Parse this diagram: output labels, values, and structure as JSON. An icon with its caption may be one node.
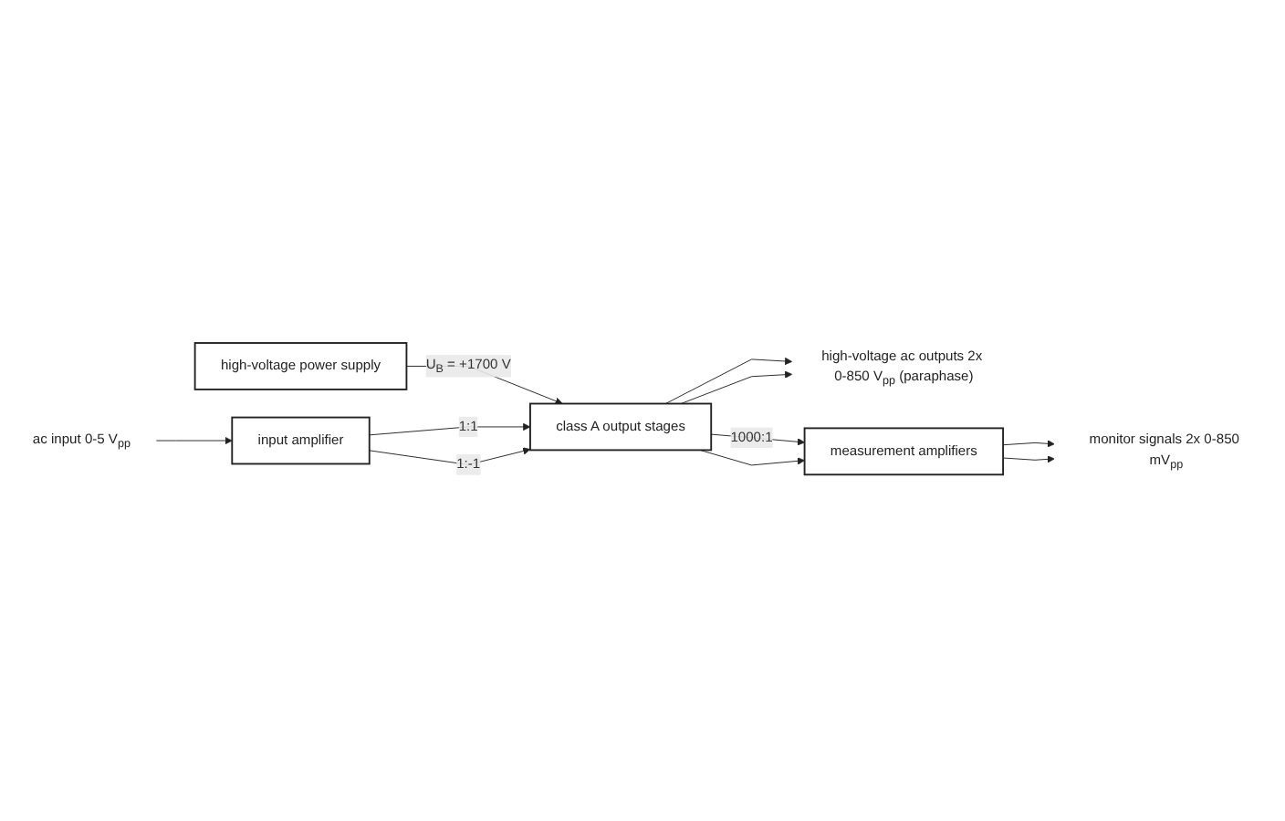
{
  "diagram": {
    "nodes": [
      {
        "text": [
          "high-voltage power supply"
        ]
      },
      {
        "text": [
          "ac input 0-5 V$_{pp}$"
        ]
      },
      {
        "text": [
          "input amplifier"
        ]
      },
      {
        "text": [
          "class A output stages"
        ]
      },
      {
        "text": [
          "high-voltage ac outputs 2x 0-850 V$_{pp}$ (paraphase)"
        ]
      },
      {
        "text": [
          "measurement amplifiers"
        ]
      },
      {
        "text": [
          "monitor signals 2x 0-850 mV$_{pp}$"
        ]
      }
    ],
    "edges": [
      {
        "from": 0,
        "to": 3,
        "arrow": "to",
        "label": "U$_{B}$ = +1700 V"
      },
      {
        "from": 1,
        "to": 2,
        "arrow": "to"
      },
      {
        "from": 2,
        "to": 3,
        "arrow": "to",
        "label": "1:1"
      },
      {
        "from": 2,
        "to": 3,
        "arrow": "to",
        "label": "1:-1"
      },
      {
        "from": 3,
        "to": 4,
        "arrow": "to"
      },
      {
        "from": 3,
        "to": 4,
        "arrow": "to"
      },
      {
        "from": 3,
        "to": 5,
        "arrow": "to",
        "label": "1000:1"
      },
      {
        "from": 3,
        "to": 5,
        "arrow": "to"
      },
      {
        "from": 5,
        "to": 6,
        "arrow": "to"
      },
      {
        "from": 5,
        "to": 6,
        "arrow": "to"
      }
    ]
  }
}
